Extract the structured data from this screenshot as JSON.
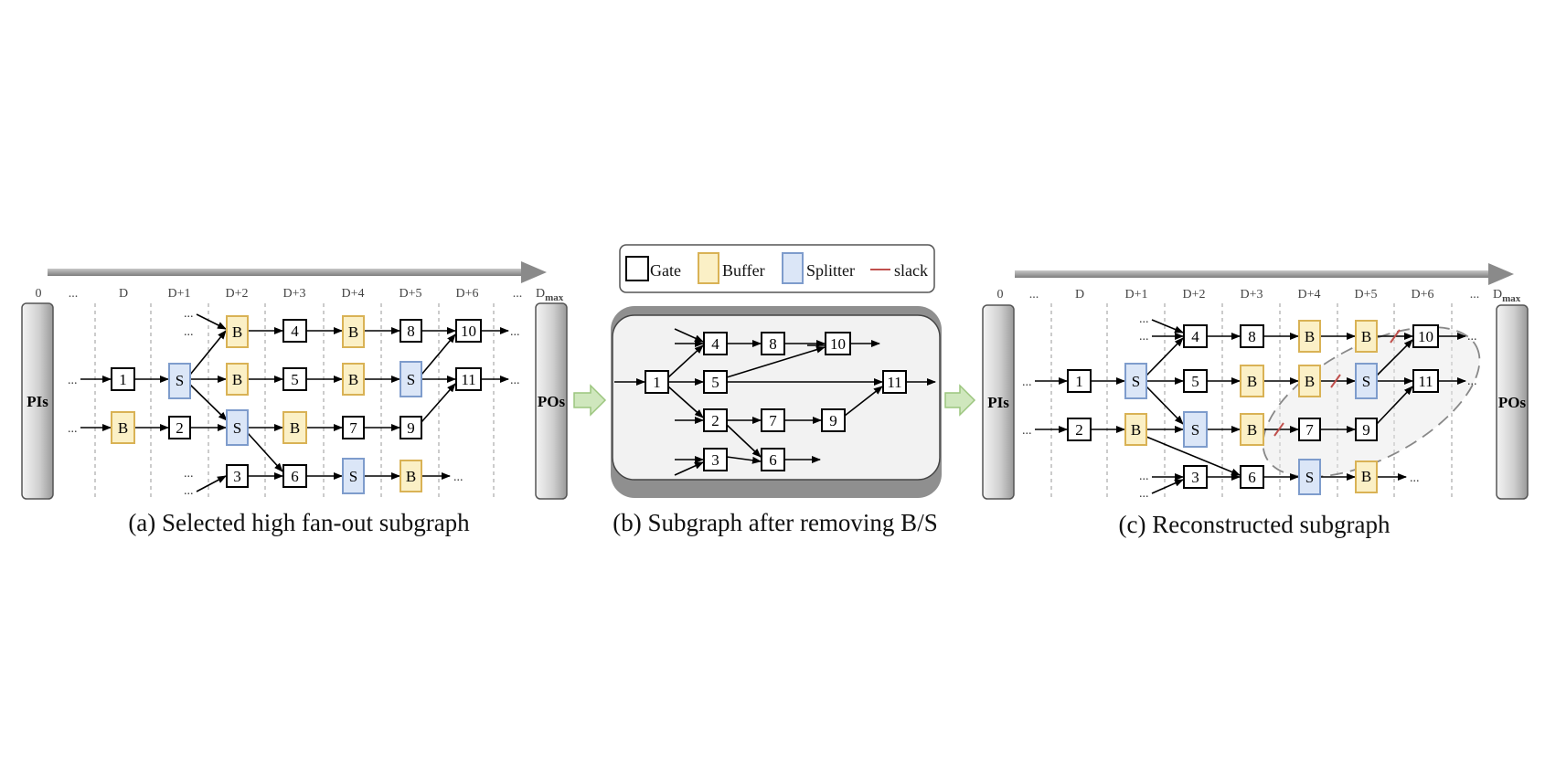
{
  "legend": {
    "gate": "Gate",
    "buffer": "Buffer",
    "splitter": "Splitter",
    "slack": "slack"
  },
  "colors": {
    "gate_fill": "#ffffff",
    "gate_stroke": "#000000",
    "buffer_fill": "#fbf0c6",
    "buffer_stroke": "#d9b255",
    "splitter_fill": "#dbe6f7",
    "splitter_stroke": "#7e9ccc",
    "slack": "#c0504d",
    "arrow_transfer": "#a9d08e",
    "panel_gray": "#8f8f8f"
  },
  "panels": {
    "a": {
      "caption": "(a)  Selected high fan-out subgraph",
      "pi_label": "PIs",
      "po_label": "POs",
      "levels": [
        "0",
        "...",
        "D",
        "D+1",
        "D+2",
        "D+3",
        "D+4",
        "D+5",
        "D+6",
        "..."
      ],
      "dmax_main": "D",
      "dmax_sub": "max"
    },
    "b": {
      "caption": "(b)  Subgraph after removing B/S"
    },
    "c": {
      "caption": "(c)  Reconstructed subgraph",
      "pi_label": "PIs",
      "po_label": "POs",
      "levels": [
        "0",
        "...",
        "D",
        "D+1",
        "D+2",
        "D+3",
        "D+4",
        "D+5",
        "D+6",
        "..."
      ],
      "dmax_main": "D",
      "dmax_sub": "max"
    }
  },
  "labels": {
    "ellipsis": "...",
    "buffer": "B",
    "splitter": "S",
    "g1": "1",
    "g2": "2",
    "g3": "3",
    "g4": "4",
    "g5": "5",
    "g6": "6",
    "g7": "7",
    "g8": "8",
    "g9": "9",
    "g10": "10",
    "g11": "11"
  }
}
